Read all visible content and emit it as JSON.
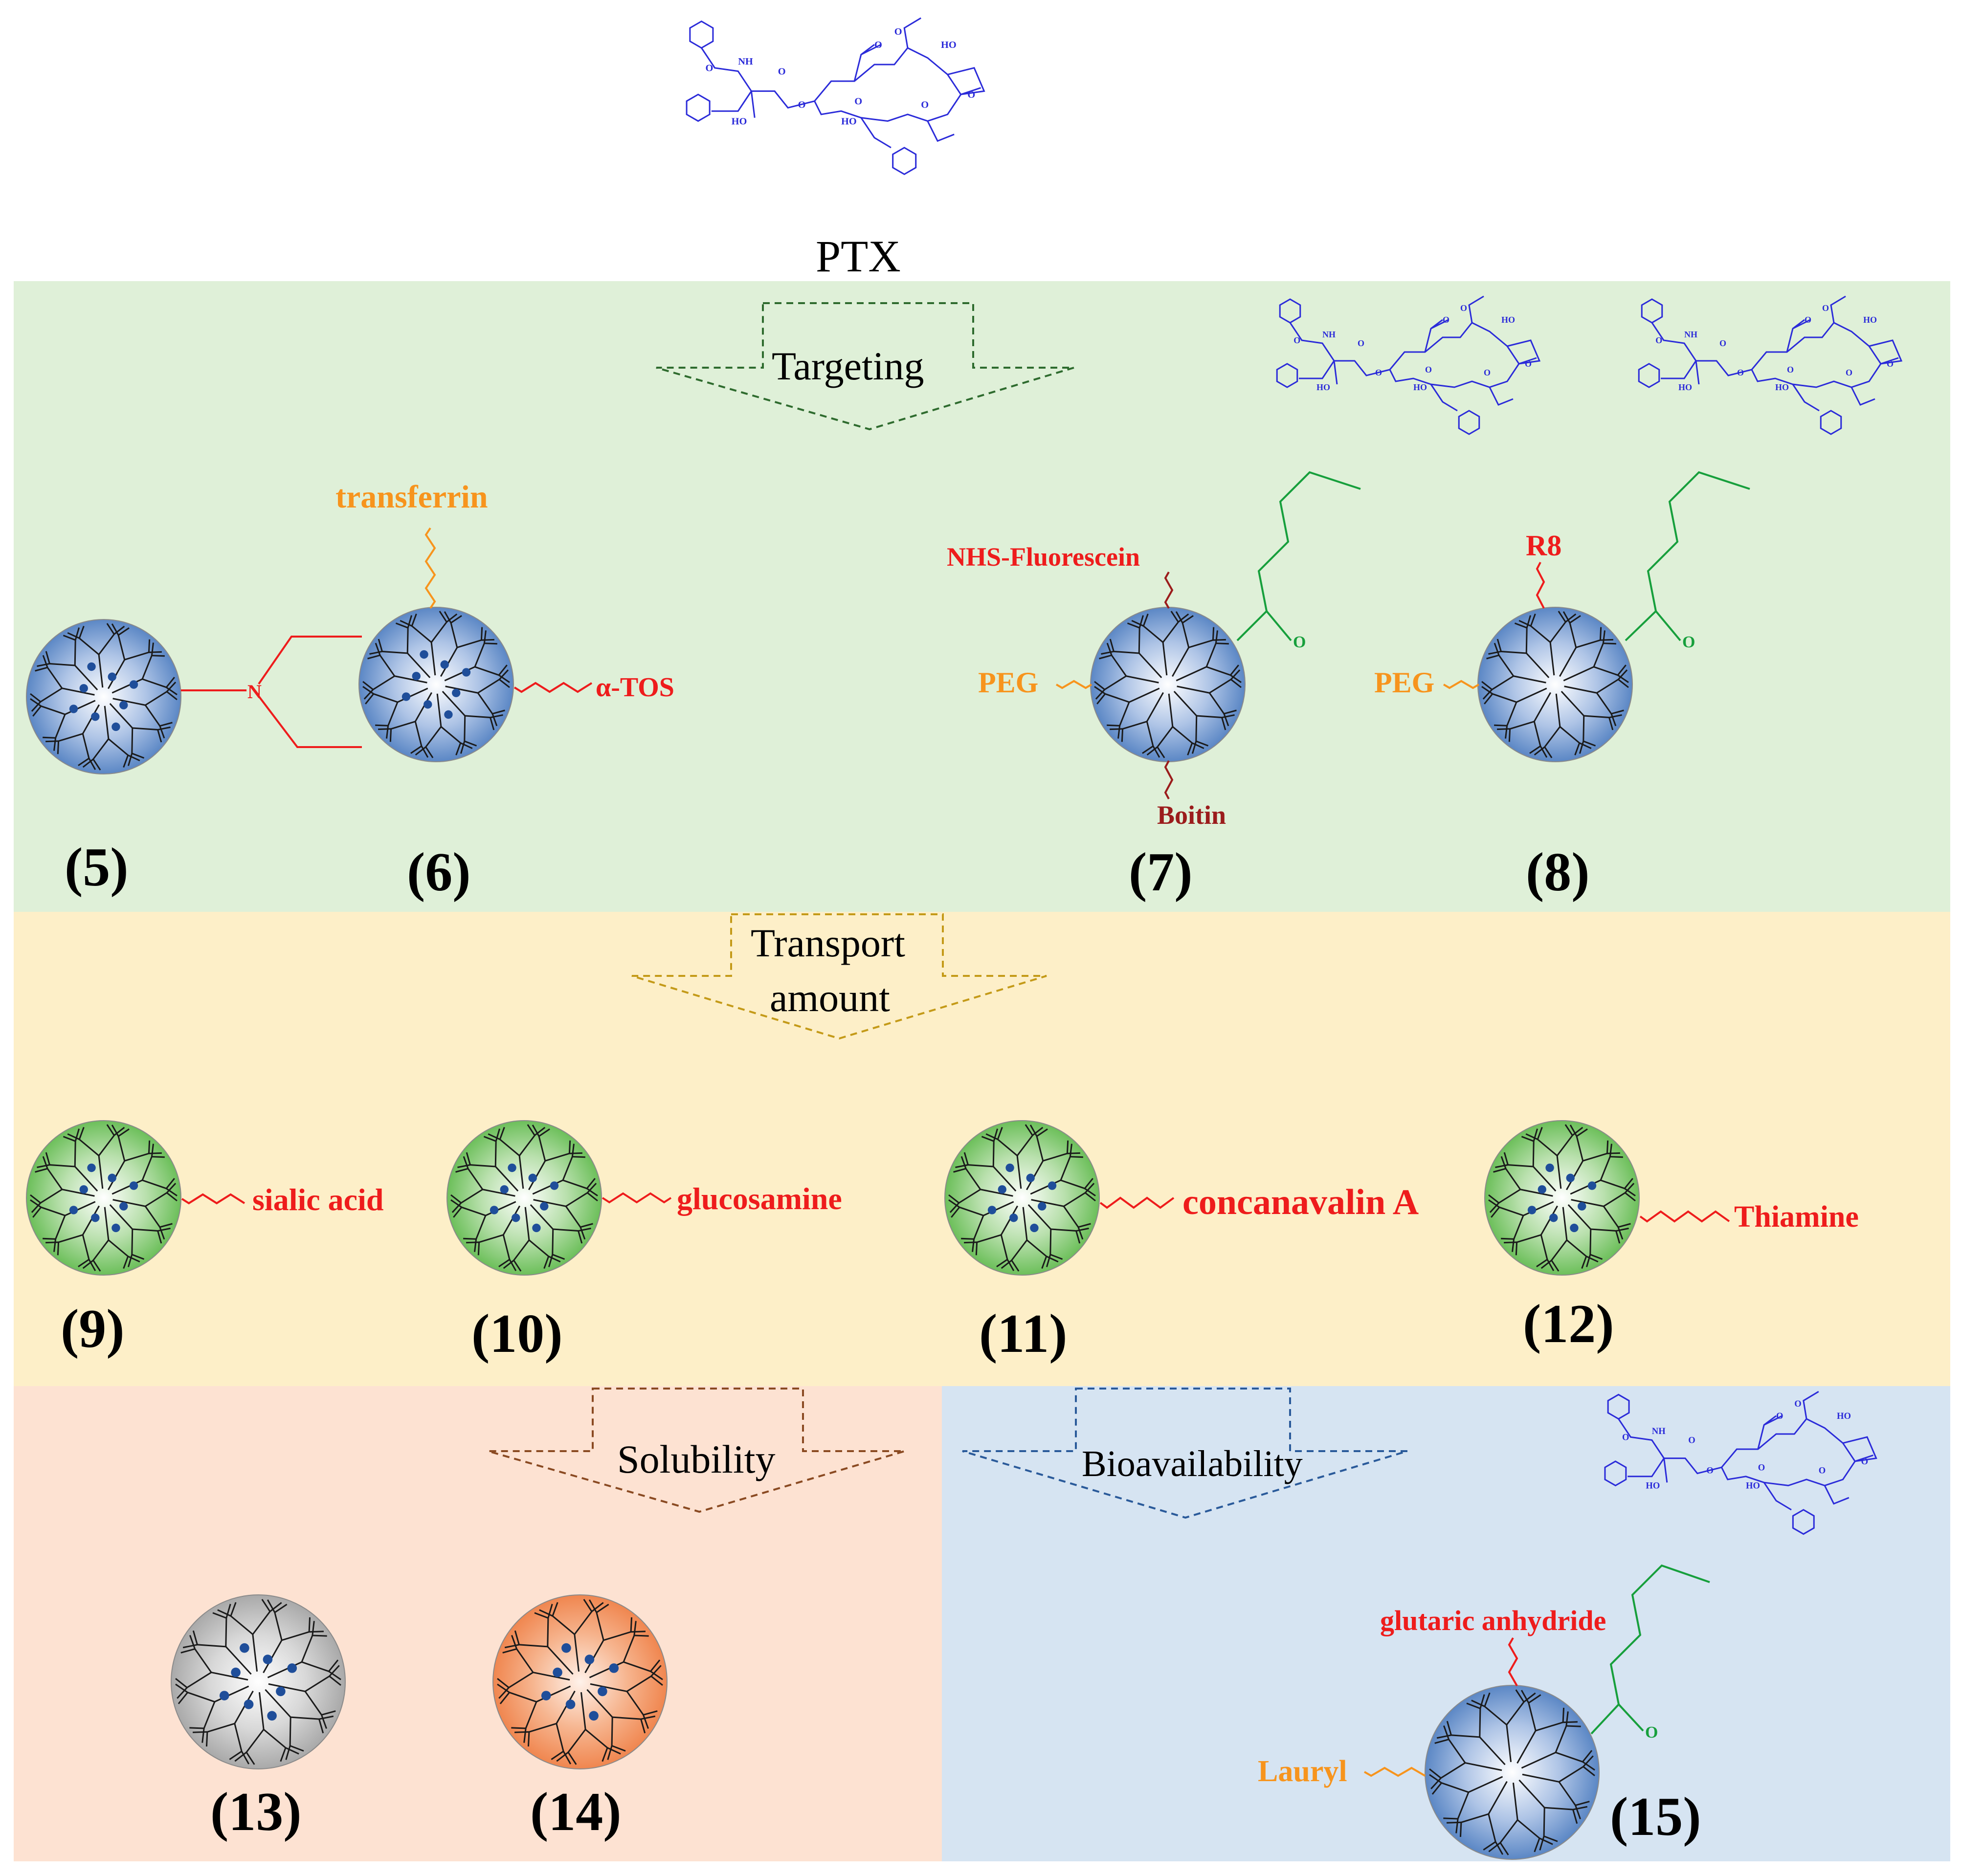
{
  "colors": {
    "targeting_bg": "#dff0d8",
    "transport_bg": "#fdefc8",
    "solubility_bg": "#fde2d2",
    "bioavailability_bg": "#d6e4f2",
    "molecule_blue": "#2b2bd9",
    "linker_green": "#179f3c",
    "label_red": "#ee1c1c",
    "label_orange": "#f7941d",
    "label_dark_red": "#9b1c1c",
    "dendrimer_blue": "#5b87c5",
    "dendrimer_green": "#6cbf5a",
    "dendrimer_gray": "#a9a9a9",
    "dendrimer_orange": "#f0864f"
  },
  "drug": {
    "label": "PTX"
  },
  "sections": {
    "targeting": {
      "label": "Targeting"
    },
    "transport": {
      "label_line1": "Transport",
      "label_line2": "amount"
    },
    "solubility": {
      "label": "Solubility"
    },
    "bioavailability": {
      "label": "Bioavailability"
    }
  },
  "compounds": {
    "c5": {
      "number": "(5)"
    },
    "c6": {
      "number": "(6)",
      "ligand_top": "transferrin",
      "ligand_right": "α-TOS"
    },
    "c7": {
      "number": "(7)",
      "ligand_top": "NHS-Fluorescein",
      "ligand_left": "PEG",
      "ligand_bottom": "Boitin"
    },
    "c8": {
      "number": "(8)",
      "ligand_top": "R8",
      "ligand_left": "PEG"
    },
    "c9": {
      "number": "(9)",
      "ligand": "sialic acid"
    },
    "c10": {
      "number": "(10)",
      "ligand": "glucosamine"
    },
    "c11": {
      "number": "(11)",
      "ligand": "concanavalin A"
    },
    "c12": {
      "number": "(12)",
      "ligand": "Thiamine"
    },
    "c13": {
      "number": "(13)"
    },
    "c14": {
      "number": "(14)"
    },
    "c15": {
      "number": "(15)",
      "ligand_top": "glutaric anhydride",
      "ligand_left": "Lauryl"
    }
  },
  "molecule_atoms": {
    "oxygen": "O",
    "nh": "NH",
    "ho": "HO"
  }
}
